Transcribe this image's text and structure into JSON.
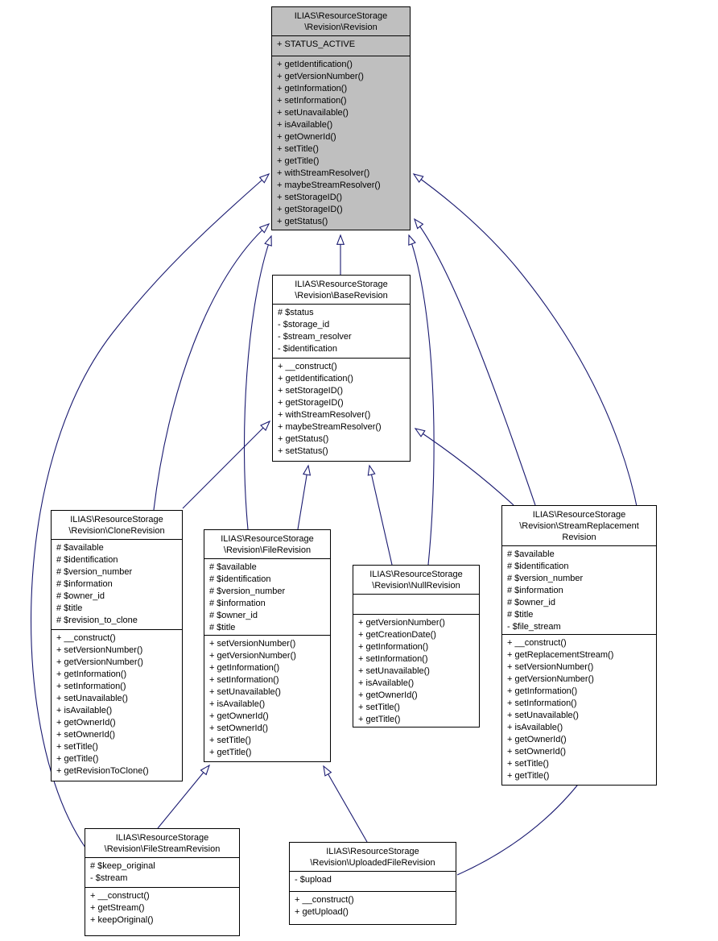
{
  "colors": {
    "edge": "#191970",
    "highlight_fill": "#bfbfbf",
    "box_fill": "#ffffff",
    "box_border": "#000000"
  },
  "classes": {
    "revision": {
      "title_lines": [
        "ILIAS\\ResourceStorage",
        "\\Revision\\Revision"
      ],
      "attributes": [
        "+ STATUS_ACTIVE"
      ],
      "methods": [
        "+ getIdentification()",
        "+ getVersionNumber()",
        "+ getInformation()",
        "+ setInformation()",
        "+ setUnavailable()",
        "+ isAvailable()",
        "+ getOwnerId()",
        "+ setTitle()",
        "+ getTitle()",
        "+ withStreamResolver()",
        "+ maybeStreamResolver()",
        "+ setStorageID()",
        "+ getStorageID()",
        "+ getStatus()"
      ]
    },
    "base_revision": {
      "title_lines": [
        "ILIAS\\ResourceStorage",
        "\\Revision\\BaseRevision"
      ],
      "attributes": [
        "# $status",
        "- $storage_id",
        "- $stream_resolver",
        "- $identification"
      ],
      "methods": [
        "+ __construct()",
        "+ getIdentification()",
        "+ setStorageID()",
        "+ getStorageID()",
        "+ withStreamResolver()",
        "+ maybeStreamResolver()",
        "+ getStatus()",
        "+ setStatus()"
      ]
    },
    "clone_revision": {
      "title_lines": [
        "ILIAS\\ResourceStorage",
        "\\Revision\\CloneRevision"
      ],
      "attributes": [
        "# $available",
        "# $identification",
        "# $version_number",
        "# $information",
        "# $owner_id",
        "# $title",
        "# $revision_to_clone"
      ],
      "methods": [
        "+ __construct()",
        "+ setVersionNumber()",
        "+ getVersionNumber()",
        "+ getInformation()",
        "+ setInformation()",
        "+ setUnavailable()",
        "+ isAvailable()",
        "+ getOwnerId()",
        "+ setOwnerId()",
        "+ setTitle()",
        "+ getTitle()",
        "+ getRevisionToClone()"
      ]
    },
    "file_revision": {
      "title_lines": [
        "ILIAS\\ResourceStorage",
        "\\Revision\\FileRevision"
      ],
      "attributes": [
        "# $available",
        "# $identification",
        "# $version_number",
        "# $information",
        "# $owner_id",
        "# $title"
      ],
      "methods": [
        "+ setVersionNumber()",
        "+ getVersionNumber()",
        "+ getInformation()",
        "+ setInformation()",
        "+ setUnavailable()",
        "+ isAvailable()",
        "+ getOwnerId()",
        "+ setOwnerId()",
        "+ setTitle()",
        "+ getTitle()"
      ]
    },
    "null_revision": {
      "title_lines": [
        "ILIAS\\ResourceStorage",
        "\\Revision\\NullRevision"
      ],
      "attributes": [],
      "methods": [
        "+ getVersionNumber()",
        "+ getCreationDate()",
        "+ getInformation()",
        "+ setInformation()",
        "+ setUnavailable()",
        "+ isAvailable()",
        "+ getOwnerId()",
        "+ setTitle()",
        "+ getTitle()"
      ]
    },
    "stream_replacement_revision": {
      "title_lines": [
        "ILIAS\\ResourceStorage",
        "\\Revision\\StreamReplacement",
        "Revision"
      ],
      "attributes": [
        "# $available",
        "# $identification",
        "# $version_number",
        "# $information",
        "# $owner_id",
        "# $title",
        "- $file_stream"
      ],
      "methods": [
        "+ __construct()",
        "+ getReplacementStream()",
        "+ setVersionNumber()",
        "+ getVersionNumber()",
        "+ getInformation()",
        "+ setInformation()",
        "+ setUnavailable()",
        "+ isAvailable()",
        "+ getOwnerId()",
        "+ setOwnerId()",
        "+ setTitle()",
        "+ getTitle()"
      ]
    },
    "file_stream_revision": {
      "title_lines": [
        "ILIAS\\ResourceStorage",
        "\\Revision\\FileStreamRevision"
      ],
      "attributes": [
        "# $keep_original",
        "- $stream"
      ],
      "methods": [
        "+ __construct()",
        "+ getStream()",
        "+ keepOriginal()"
      ]
    },
    "uploaded_file_revision": {
      "title_lines": [
        "ILIAS\\ResourceStorage",
        "\\Revision\\UploadedFileRevision"
      ],
      "attributes": [
        "- $upload"
      ],
      "methods": [
        "+ __construct()",
        "+ getUpload()"
      ]
    }
  }
}
